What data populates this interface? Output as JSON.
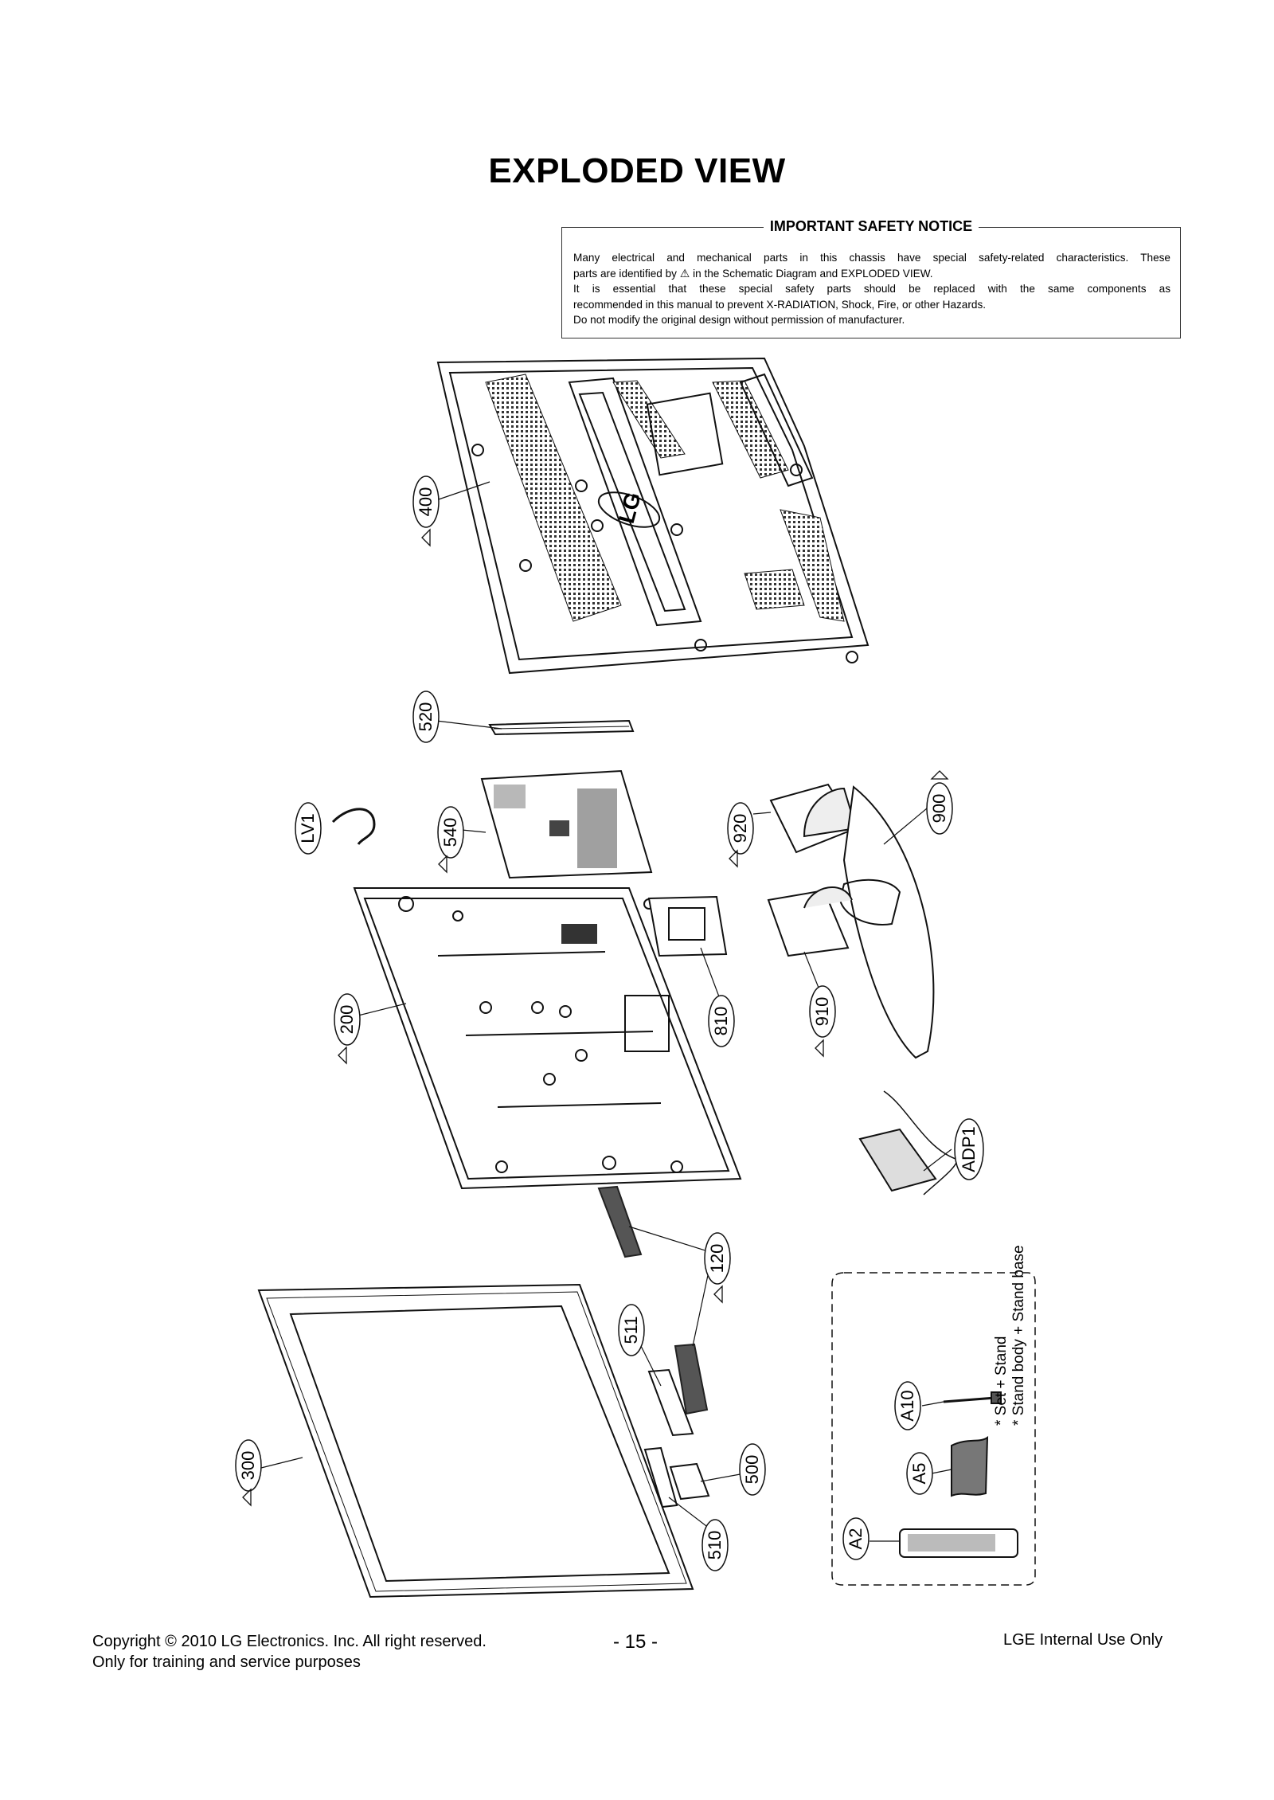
{
  "page": {
    "title": "EXPLODED VIEW",
    "notice_title": "IMPORTANT SAFETY NOTICE",
    "notice_lines": [
      "Many electrical and mechanical parts in this chassis have special safety-related characteristics. These",
      "parts are identified by",
      "in the Schematic Diagram and EXPLODED VIEW.",
      "It is essential that these special safety parts should be replaced with the same components as",
      "recommended in this manual to prevent X-RADIATION, Shock, Fire, or other Hazards.",
      "Do not modify the original design without permission of manufacturer."
    ],
    "safety_symbol": "⚠"
  },
  "parts": {
    "p400": "400",
    "p520": "520",
    "pLV1": "LV1",
    "p540": "540",
    "p920": "920",
    "p900": "900",
    "p200": "200",
    "p810": "810",
    "p910": "910",
    "pADP1": "ADP1",
    "p120": "120",
    "p511": "511",
    "p300": "300",
    "p500": "500",
    "p510": "510",
    "pA10": "A10",
    "pA5": "A5",
    "pA2": "A2"
  },
  "accessory_notes": {
    "line1": "* Set + Stand",
    "line2": "* Stand body + Stand base"
  },
  "back_cover_logo": "LG",
  "footer": {
    "copyright": "Copyright © 2010 LG Electronics. Inc. All right reserved.",
    "purpose": "Only for training and service purposes",
    "page_number": "- 15 -",
    "internal": "LGE Internal Use Only"
  }
}
